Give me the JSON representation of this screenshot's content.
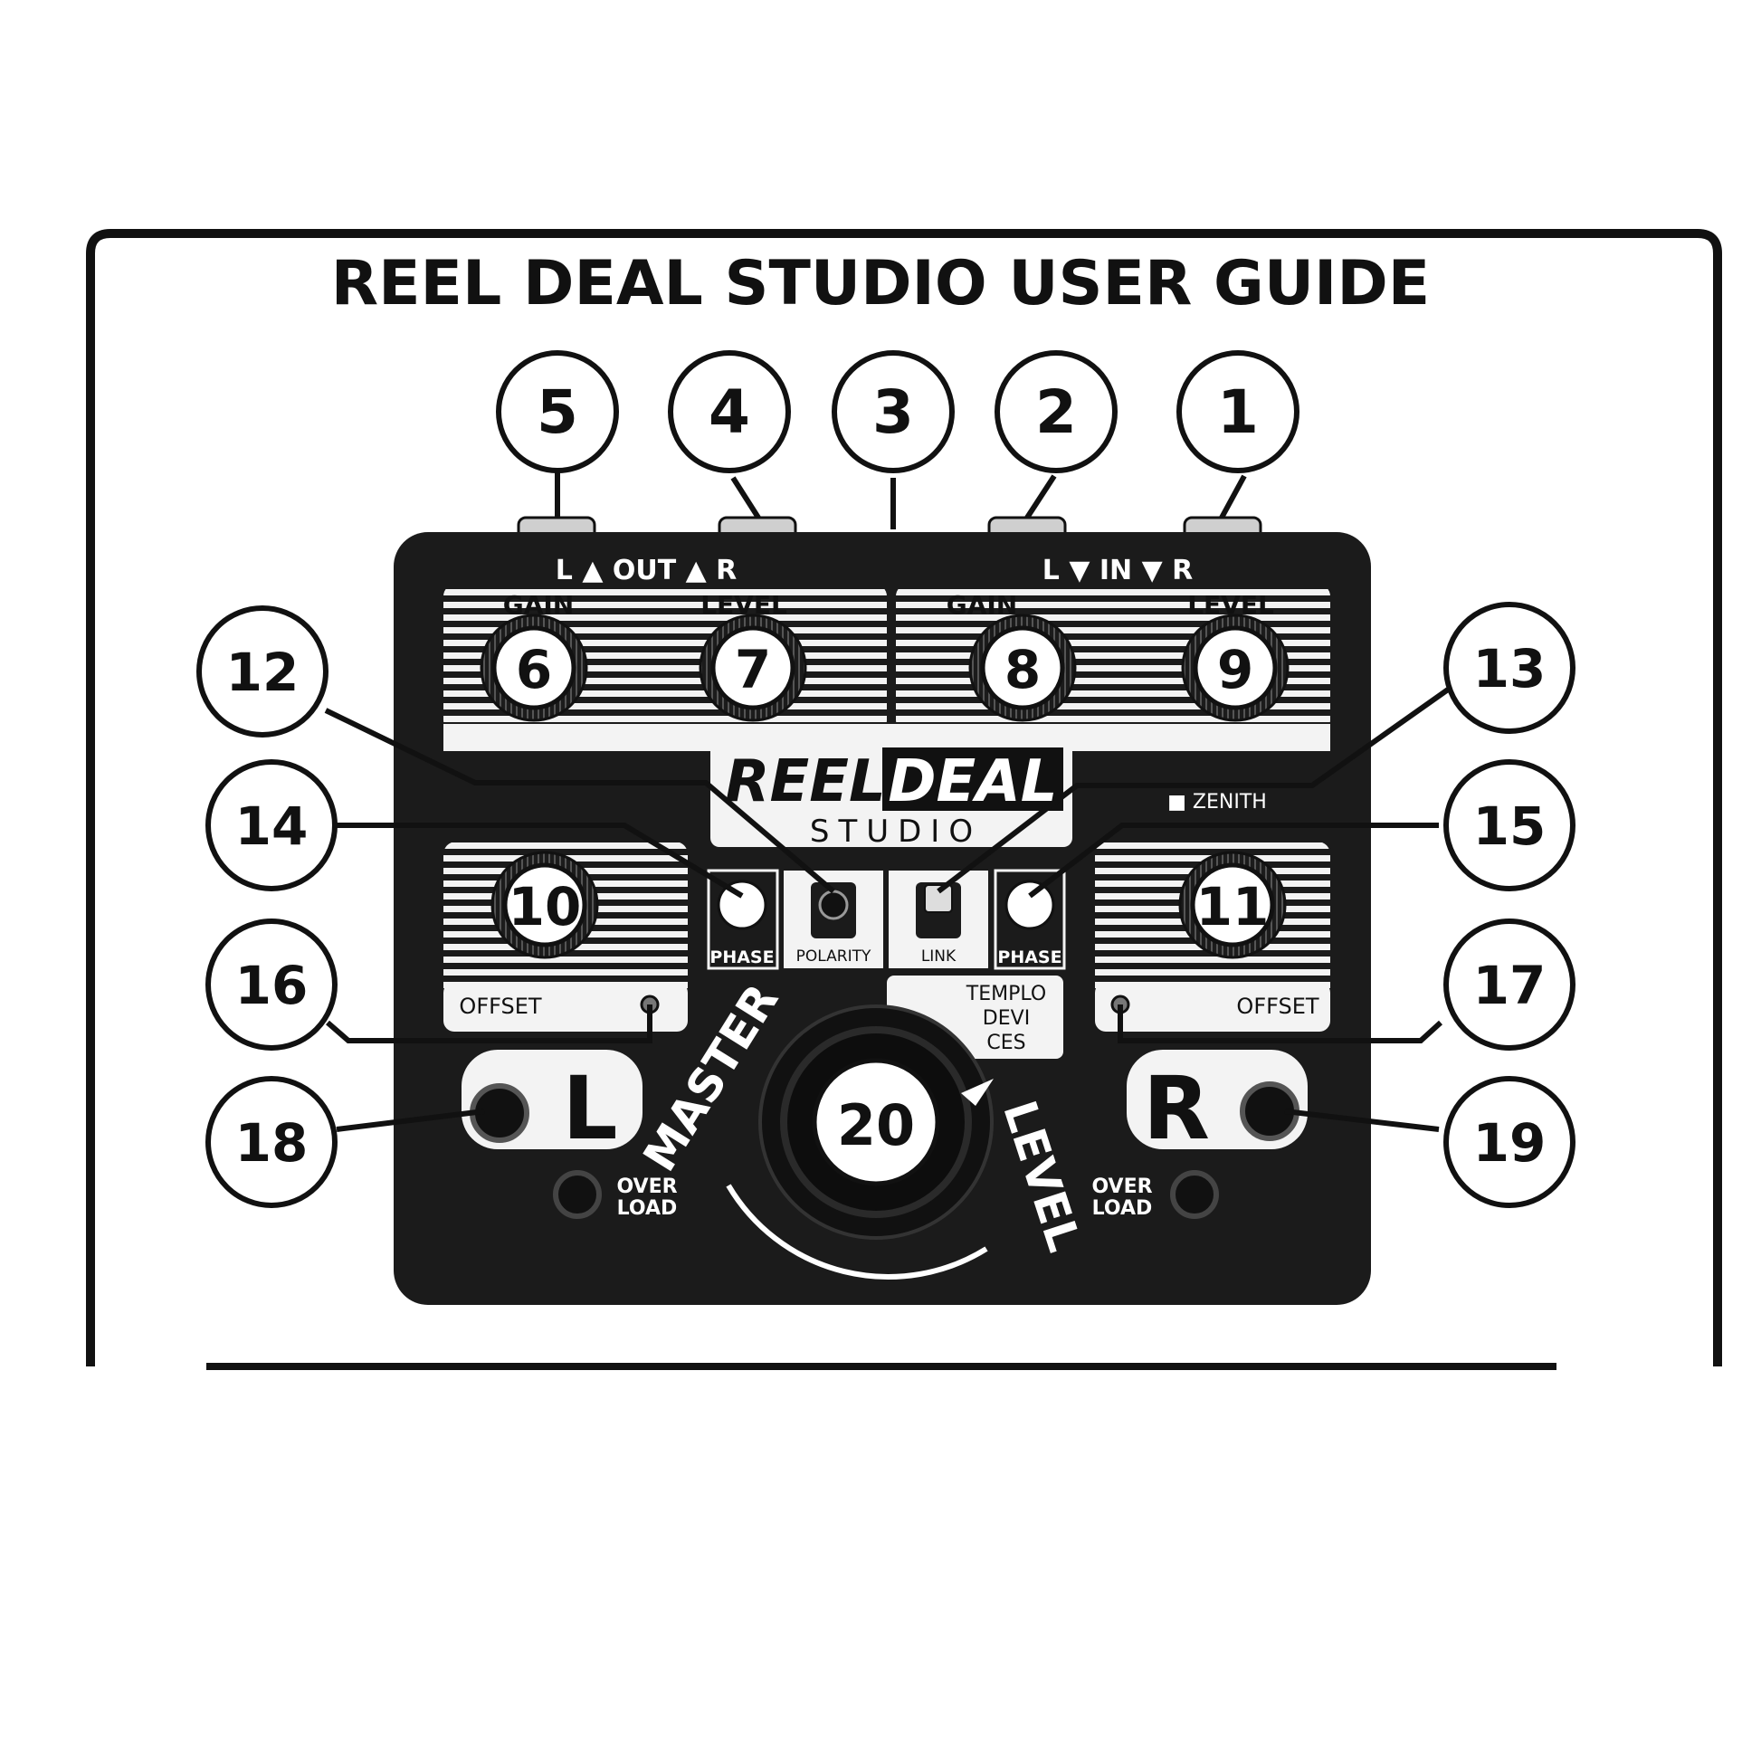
{
  "title": "REEL DEAL STUDIO USER GUIDE",
  "colors": {
    "ink": "#111111",
    "paper": "#ffffff",
    "pedal": "#1b1b1b",
    "panel": "#f3f3f3"
  },
  "header_labels": {
    "out": "L ▲ OUT ▲ R",
    "in": "L ▼ IN ▼ R"
  },
  "knob_labels": {
    "gain_left": "GAIN",
    "level_left": "LEVEL",
    "gain_right": "GAIN",
    "level_right": "LEVEL"
  },
  "logo": {
    "reel": "REEL",
    "deal": "DEAL",
    "studio": "STUDIO",
    "zenith": "■ ZENITH"
  },
  "switch_labels": {
    "phase_left": "PHASE",
    "polarity": "POLARITY",
    "link": "LINK",
    "phase_right": "PHASE"
  },
  "offset_labels": {
    "left": "OFFSET",
    "right": "OFFSET"
  },
  "brand": {
    "line1": "TEMPLO",
    "line2": "DEVI",
    "line3": "CES"
  },
  "channel_letters": {
    "left": "L",
    "right": "R"
  },
  "master": {
    "word1": "MASTER",
    "word2": "LEVEL"
  },
  "overload": {
    "left_line1": "OVER",
    "left_line2": "LOAD",
    "right_line1": "OVER",
    "right_line2": "LOAD"
  },
  "callouts": [
    "1",
    "2",
    "3",
    "4",
    "5",
    "6",
    "7",
    "8",
    "9",
    "10",
    "11",
    "12",
    "13",
    "14",
    "15",
    "16",
    "17",
    "18",
    "19",
    "20"
  ]
}
